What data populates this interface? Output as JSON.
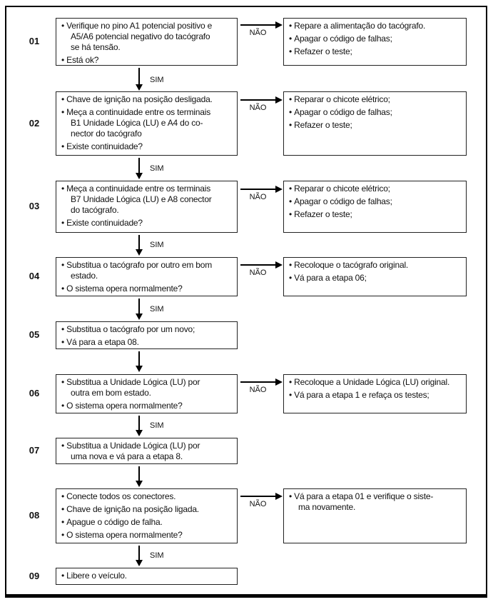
{
  "flowchart": {
    "decision_labels": {
      "yes": "SIM",
      "no": "NÃO"
    },
    "steps": [
      {
        "id": "01",
        "bullets": [
          "Verifique no pino A1 potencial positivo e\nA5/A6 potencial negativo do tacógrafo\nse há tensão.",
          "Está ok?"
        ],
        "no_branch": {
          "bullets": [
            "Repare a alimentação do tacógrafo.",
            "Apagar o código de falhas;",
            "Refazer o teste;"
          ]
        },
        "next_label": "SIM"
      },
      {
        "id": "02",
        "bullets": [
          "Chave de ignição na posição desligada.",
          "Meça a continuidade entre os terminais\nB1 Unidade Lógica (LU)  e A4 do co-\nnector do tacógrafo",
          "Existe continuidade?"
        ],
        "no_branch": {
          "bullets": [
            "Reparar o chicote elétrico;",
            "Apagar o código de falhas;",
            "Refazer o teste;"
          ]
        },
        "next_label": "SIM"
      },
      {
        "id": "03",
        "bullets": [
          "Meça a continuidade entre os terminais\nB7 Unidade Lógica (LU)  e A8 conector\ndo tacógrafo.",
          "Existe continuidade?"
        ],
        "no_branch": {
          "bullets": [
            "Reparar o chicote elétrico;",
            "Apagar o código de falhas;",
            "Refazer o teste;"
          ]
        },
        "next_label": "SIM"
      },
      {
        "id": "04",
        "bullets": [
          "Substitua o tacógrafo por outro em bom\nestado.",
          "O sistema opera normalmente?"
        ],
        "no_branch": {
          "bullets": [
            "Recoloque o tacógrafo original.",
            "Vá para a etapa 06;"
          ]
        },
        "next_label": "SIM"
      },
      {
        "id": "05",
        "bullets": [
          "Substitua o tacógrafo por um novo;",
          "Vá para a etapa 08."
        ],
        "next_label": ""
      },
      {
        "id": "06",
        "bullets": [
          "Substitua a Unidade Lógica (LU) por\noutra  em bom estado.",
          "O sistema opera normalmente?"
        ],
        "no_branch": {
          "bullets": [
            "Recoloque a Unidade Lógica (LU) original.",
            "Vá para a etapa 1 e refaça os testes;"
          ]
        },
        "next_label": "SIM"
      },
      {
        "id": "07",
        "bullets": [
          "Substitua a Unidade Lógica (LU) por\numa nova e vá para a etapa 8."
        ],
        "next_label": ""
      },
      {
        "id": "08",
        "bullets": [
          "Conecte todos os conectores.",
          "Chave de ignição na posição ligada.",
          "Apague o código de falha.",
          "O sistema opera normalmente?"
        ],
        "no_branch": {
          "bullets": [
            "Vá para a etapa 01 e verifique o siste-\nma novamente."
          ]
        },
        "next_label": "SIM"
      },
      {
        "id": "09",
        "bullets": [
          "Libere o veículo."
        ]
      }
    ]
  }
}
